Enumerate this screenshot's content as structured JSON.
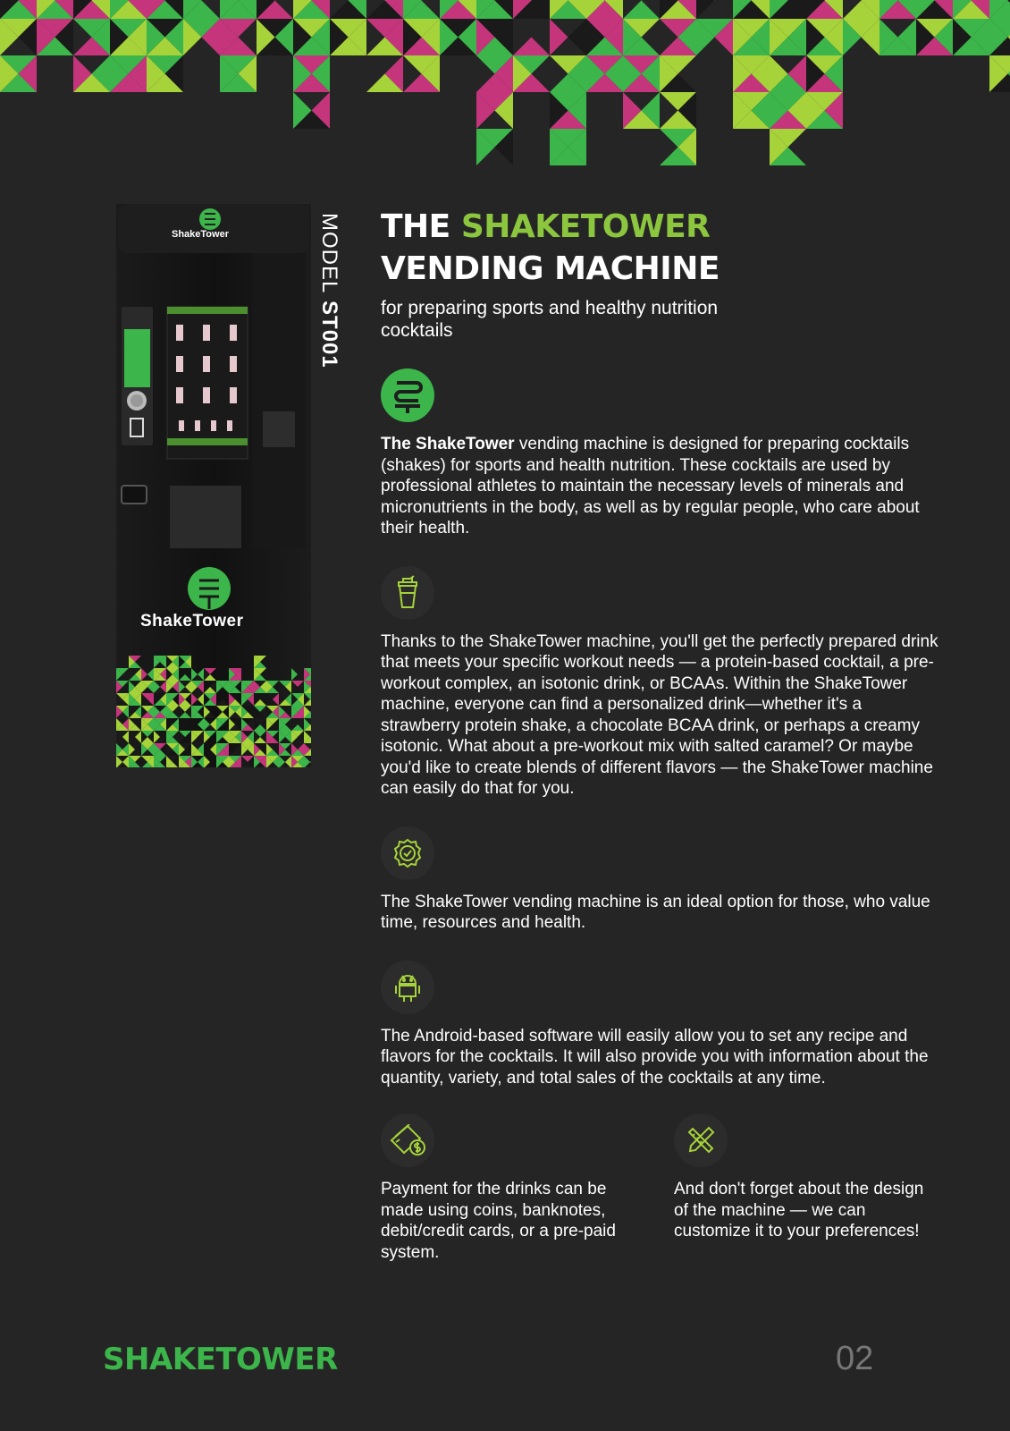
{
  "colors": {
    "background": "#252525",
    "green": "#3cb54a",
    "lime": "#a6d23a",
    "magenta": "#c5357c",
    "title_accent": "#8cc63f"
  },
  "machine": {
    "brand_top": "ShakeTower",
    "brand_front": "ShakeTower",
    "model_label": "MODEL",
    "model_code": "ST001"
  },
  "header": {
    "title_part1": "THE ",
    "title_highlight": "SHAKETOWER",
    "title_line2": "VENDING MACHINE",
    "subtitle": "for preparing sports and healthy nutrition cocktails"
  },
  "sections": [
    {
      "icon": "shaketower-logo-icon",
      "bold": "The ShakeTower",
      "text": " vending machine is designed for preparing cocktails (shakes) for sports and health nutrition. These cocktails are used by professional athletes to maintain the necessary levels of minerals and micronutrients in the body, as well as by regular people, who care about their health."
    },
    {
      "icon": "shaker-cup-icon",
      "text": "Thanks to the ShakeTower machine, you'll get the perfectly prepared drink that meets your specific workout needs — a protein-based cocktail, a pre-workout complex, an isotonic drink, or BCAAs. Within the ShakeTower machine, everyone can find a personalized drink—whether it's a strawberry protein shake, a chocolate BCAA drink, or perhaps a creamy isotonic. What about a pre-workout mix with salted caramel? Or maybe you'd like to create blends of different flavors — the ShakeTower machine can easily do that for you."
    },
    {
      "icon": "quality-badge-icon",
      "text": "The ShakeTower vending machine is an ideal option for those, who value time, resources and health."
    },
    {
      "icon": "android-icon",
      "text": "The Android-based software will easily allow you to set any recipe and flavors for the cocktails. It will also provide you with information about the quantity, variety, and total sales of the cocktails at any time."
    },
    {
      "icon": "payment-card-icon",
      "text": "Payment for the drinks can be made using coins, banknotes, debit/credit cards, or a pre-paid system."
    },
    {
      "icon": "design-tools-icon",
      "text": "And don't forget about the design of the machine — we can customize it to your preferences!"
    }
  ],
  "footer": {
    "brand": "SHAKETOWER",
    "page_number": "02"
  }
}
